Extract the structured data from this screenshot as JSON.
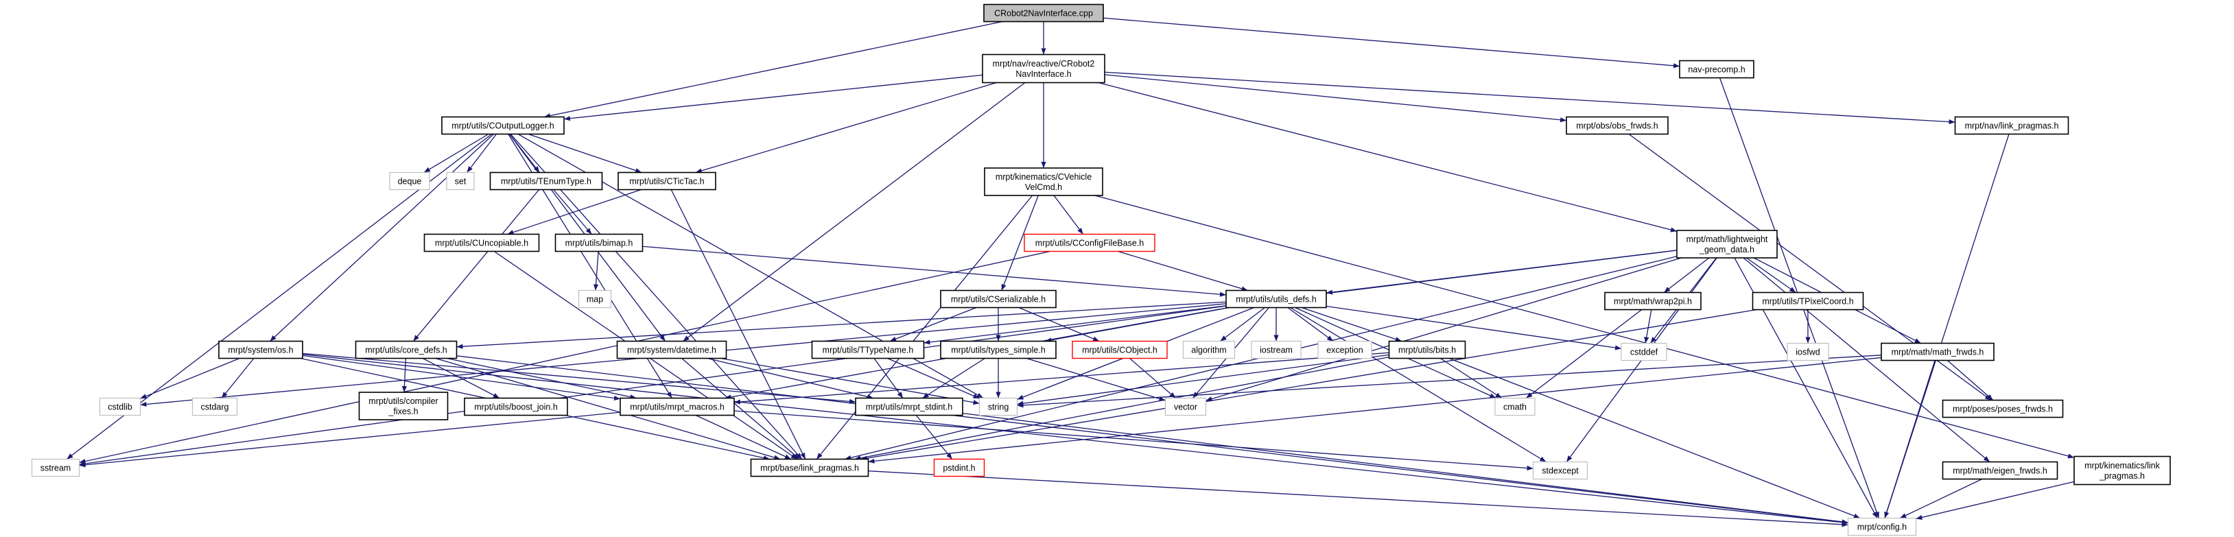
{
  "graph": {
    "edge_color": "#191970",
    "nodes": [
      {
        "id": "cpp",
        "label": [
          "CRobot2NavInterface.cpp"
        ],
        "style": "root"
      },
      {
        "id": "navif",
        "label": [
          "mrpt/nav/reactive/CRobot2",
          "NavInterface.h"
        ],
        "style": "normal"
      },
      {
        "id": "navprecomp",
        "label": [
          "nav-precomp.h"
        ],
        "style": "normal"
      },
      {
        "id": "logger",
        "label": [
          "mrpt/utils/COutputLogger.h"
        ],
        "style": "normal"
      },
      {
        "id": "obsfrwds",
        "label": [
          "mrpt/obs/obs_frwds.h"
        ],
        "style": "normal"
      },
      {
        "id": "navlink",
        "label": [
          "mrpt/nav/link_pragmas.h"
        ],
        "style": "normal"
      },
      {
        "id": "deque",
        "label": [
          "deque"
        ],
        "style": "gray"
      },
      {
        "id": "set",
        "label": [
          "set"
        ],
        "style": "gray"
      },
      {
        "id": "tenum",
        "label": [
          "mrpt/utils/TEnumType.h"
        ],
        "style": "normal"
      },
      {
        "id": "tictac",
        "label": [
          "mrpt/utils/CTicTac.h"
        ],
        "style": "normal"
      },
      {
        "id": "velcmd",
        "label": [
          "mrpt/kinematics/CVehicle",
          "VelCmd.h"
        ],
        "style": "normal"
      },
      {
        "id": "uncopiable",
        "label": [
          "mrpt/utils/CUncopiable.h"
        ],
        "style": "normal"
      },
      {
        "id": "bimap",
        "label": [
          "mrpt/utils/bimap.h"
        ],
        "style": "normal"
      },
      {
        "id": "configfile",
        "label": [
          "mrpt/utils/CConfigFileBase.h"
        ],
        "style": "red"
      },
      {
        "id": "lightweight",
        "label": [
          "mrpt/math/lightweight",
          "_geom_data.h"
        ],
        "style": "normal"
      },
      {
        "id": "map",
        "label": [
          "map"
        ],
        "style": "gray"
      },
      {
        "id": "serializable",
        "label": [
          "mrpt/utils/CSerializable.h"
        ],
        "style": "normal"
      },
      {
        "id": "utilsdefs",
        "label": [
          "mrpt/utils/utils_defs.h"
        ],
        "style": "normal"
      },
      {
        "id": "wrap2pi",
        "label": [
          "mrpt/math/wrap2pi.h"
        ],
        "style": "normal"
      },
      {
        "id": "tpixel",
        "label": [
          "mrpt/utils/TPixelCoord.h"
        ],
        "style": "normal"
      },
      {
        "id": "os",
        "label": [
          "mrpt/system/os.h"
        ],
        "style": "normal"
      },
      {
        "id": "coredefs",
        "label": [
          "mrpt/utils/core_defs.h"
        ],
        "style": "normal"
      },
      {
        "id": "datetime",
        "label": [
          "mrpt/system/datetime.h"
        ],
        "style": "normal"
      },
      {
        "id": "ttypename",
        "label": [
          "mrpt/utils/TTypeName.h"
        ],
        "style": "normal"
      },
      {
        "id": "typessimple",
        "label": [
          "mrpt/utils/types_simple.h"
        ],
        "style": "normal"
      },
      {
        "id": "cobject",
        "label": [
          "mrpt/utils/CObject.h"
        ],
        "style": "red"
      },
      {
        "id": "algorithm",
        "label": [
          "algorithm"
        ],
        "style": "gray"
      },
      {
        "id": "iostream",
        "label": [
          "iostream"
        ],
        "style": "gray"
      },
      {
        "id": "exception",
        "label": [
          "exception"
        ],
        "style": "gray"
      },
      {
        "id": "bits",
        "label": [
          "mrpt/utils/bits.h"
        ],
        "style": "normal"
      },
      {
        "id": "cstddef",
        "label": [
          "cstddef"
        ],
        "style": "gray"
      },
      {
        "id": "iosfwd",
        "label": [
          "iosfwd"
        ],
        "style": "gray"
      },
      {
        "id": "mathfrwds",
        "label": [
          "mrpt/math/math_frwds.h"
        ],
        "style": "normal"
      },
      {
        "id": "cstdlib",
        "label": [
          "cstdlib"
        ],
        "style": "gray"
      },
      {
        "id": "cstdarg",
        "label": [
          "cstdarg"
        ],
        "style": "gray"
      },
      {
        "id": "compilerfixes",
        "label": [
          "mrpt/utils/compiler",
          "_fixes.h"
        ],
        "style": "normal"
      },
      {
        "id": "boostjoin",
        "label": [
          "mrpt/utils/boost_join.h"
        ],
        "style": "normal"
      },
      {
        "id": "macros",
        "label": [
          "mrpt/utils/mrpt_macros.h"
        ],
        "style": "normal"
      },
      {
        "id": "stdint",
        "label": [
          "mrpt/utils/mrpt_stdint.h"
        ],
        "style": "normal"
      },
      {
        "id": "string",
        "label": [
          "string"
        ],
        "style": "gray"
      },
      {
        "id": "vector",
        "label": [
          "vector"
        ],
        "style": "gray"
      },
      {
        "id": "cmath",
        "label": [
          "cmath"
        ],
        "style": "gray"
      },
      {
        "id": "posesfrwds",
        "label": [
          "mrpt/poses/poses_frwds.h"
        ],
        "style": "normal"
      },
      {
        "id": "sstream",
        "label": [
          "sstream"
        ],
        "style": "gray"
      },
      {
        "id": "baselink",
        "label": [
          "mrpt/base/link_pragmas.h"
        ],
        "style": "normal"
      },
      {
        "id": "pstdint",
        "label": [
          "pstdint.h"
        ],
        "style": "red"
      },
      {
        "id": "stdexcept",
        "label": [
          "stdexcept"
        ],
        "style": "gray"
      },
      {
        "id": "eigenfrwds",
        "label": [
          "mrpt/math/eigen_frwds.h"
        ],
        "style": "normal"
      },
      {
        "id": "kinlink",
        "label": [
          "mrpt/kinematics/link",
          "_pragmas.h"
        ],
        "style": "normal"
      },
      {
        "id": "config",
        "label": [
          "mrpt/config.h"
        ],
        "style": "gray"
      }
    ],
    "edges": [
      [
        "cpp",
        "logger"
      ],
      [
        "cpp",
        "navif"
      ],
      [
        "cpp",
        "navprecomp"
      ],
      [
        "navprecomp",
        "config"
      ],
      [
        "navif",
        "logger"
      ],
      [
        "navif",
        "tictac"
      ],
      [
        "navif",
        "datetime"
      ],
      [
        "navif",
        "velcmd"
      ],
      [
        "navif",
        "lightweight"
      ],
      [
        "navif",
        "obsfrwds"
      ],
      [
        "navif",
        "navlink"
      ],
      [
        "logger",
        "sstream"
      ],
      [
        "logger",
        "os"
      ],
      [
        "logger",
        "deque"
      ],
      [
        "logger",
        "set"
      ],
      [
        "logger",
        "tenum"
      ],
      [
        "logger",
        "tictac"
      ],
      [
        "logger",
        "datetime"
      ],
      [
        "logger",
        "macros"
      ],
      [
        "logger",
        "baselink"
      ],
      [
        "logger",
        "string"
      ],
      [
        "tenum",
        "bimap"
      ],
      [
        "tenum",
        "coredefs"
      ],
      [
        "tictac",
        "uncopiable"
      ],
      [
        "tictac",
        "baselink"
      ],
      [
        "uncopiable",
        "baselink"
      ],
      [
        "bimap",
        "map"
      ],
      [
        "bimap",
        "utilsdefs"
      ],
      [
        "obsfrwds",
        "posesfrwds"
      ],
      [
        "navlink",
        "config"
      ],
      [
        "velcmd",
        "serializable"
      ],
      [
        "velcmd",
        "configfile"
      ],
      [
        "velcmd",
        "baselink"
      ],
      [
        "velcmd",
        "kinlink"
      ],
      [
        "configfile",
        "utilsdefs"
      ],
      [
        "configfile",
        "sstream"
      ],
      [
        "lightweight",
        "utilsdefs"
      ],
      [
        "lightweight",
        "wrap2pi"
      ],
      [
        "lightweight",
        "tpixel"
      ],
      [
        "lightweight",
        "mathfrwds"
      ],
      [
        "lightweight",
        "eigenfrwds"
      ],
      [
        "lightweight",
        "baselink"
      ],
      [
        "lightweight",
        "config"
      ],
      [
        "lightweight",
        "stdexcept"
      ],
      [
        "lightweight",
        "vector"
      ],
      [
        "lightweight",
        "ttypename"
      ],
      [
        "lightweight",
        "cstddef"
      ],
      [
        "serializable",
        "ttypename"
      ],
      [
        "serializable",
        "typessimple"
      ],
      [
        "serializable",
        "cobject"
      ],
      [
        "utilsdefs",
        "algorithm"
      ],
      [
        "utilsdefs",
        "iostream"
      ],
      [
        "utilsdefs",
        "exception"
      ],
      [
        "utilsdefs",
        "bits"
      ],
      [
        "utilsdefs",
        "coredefs"
      ],
      [
        "utilsdefs",
        "sstream"
      ],
      [
        "utilsdefs",
        "cstdlib"
      ],
      [
        "utilsdefs",
        "typessimple"
      ],
      [
        "utilsdefs",
        "string"
      ],
      [
        "utilsdefs",
        "vector"
      ],
      [
        "utilsdefs",
        "cmath"
      ],
      [
        "utilsdefs",
        "cstddef"
      ],
      [
        "utilsdefs",
        "stdexcept"
      ],
      [
        "utilsdefs",
        "macros"
      ],
      [
        "os",
        "cstdlib"
      ],
      [
        "os",
        "cstdarg"
      ],
      [
        "os",
        "macros"
      ],
      [
        "os",
        "stdint"
      ],
      [
        "os",
        "baselink"
      ],
      [
        "os",
        "config"
      ],
      [
        "coredefs",
        "compilerfixes"
      ],
      [
        "coredefs",
        "boostjoin"
      ],
      [
        "coredefs",
        "macros"
      ],
      [
        "coredefs",
        "baselink"
      ],
      [
        "coredefs",
        "config"
      ],
      [
        "datetime",
        "stdint"
      ],
      [
        "datetime",
        "string"
      ],
      [
        "datetime",
        "baselink"
      ],
      [
        "ttypename",
        "stdint"
      ],
      [
        "ttypename",
        "string"
      ],
      [
        "typessimple",
        "stdint"
      ],
      [
        "typessimple",
        "string"
      ],
      [
        "typessimple",
        "vector"
      ],
      [
        "cobject",
        "vector"
      ],
      [
        "bits",
        "cmath"
      ],
      [
        "bits",
        "macros"
      ],
      [
        "bits",
        "baselink"
      ],
      [
        "bits",
        "config"
      ],
      [
        "bits",
        "string"
      ],
      [
        "macros",
        "sstream"
      ],
      [
        "macros",
        "baselink"
      ],
      [
        "macros",
        "stdexcept"
      ],
      [
        "stdint",
        "pstdint"
      ],
      [
        "stdint",
        "config"
      ],
      [
        "baselink",
        "config"
      ],
      [
        "wrap2pi",
        "cstddef"
      ],
      [
        "wrap2pi",
        "cmath"
      ],
      [
        "tpixel",
        "iosfwd"
      ],
      [
        "tpixel",
        "baselink"
      ],
      [
        "mathfrwds",
        "posesfrwds"
      ],
      [
        "mathfrwds",
        "config"
      ],
      [
        "mathfrwds",
        "baselink"
      ],
      [
        "mathfrwds",
        "string"
      ],
      [
        "eigenfrwds",
        "config"
      ],
      [
        "kinlink",
        "config"
      ]
    ]
  }
}
